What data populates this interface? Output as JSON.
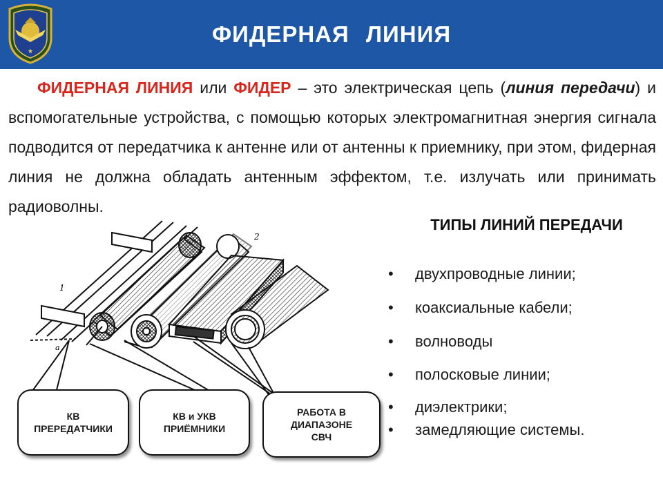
{
  "header": {
    "title": "ФИДЕРНАЯ ЛИНИЯ",
    "emblem_icon": "military-eagle-emblem-icon"
  },
  "definition": {
    "term1": "ФИДЕРНАЯ ЛИНИЯ",
    "or": " или ",
    "term2": "ФИДЕР",
    "text1": " – это электрическая цепь (",
    "term3": "линия передачи",
    "text2": ") и вспомогательные устройства, с помощью которых электромагнитная энергия сигнала подводится от передатчика к антенне или от антенны к приемнику, при этом, фидерная линия не должна обладать антенным эффектом, т.е. излучать или принимать радиоволны."
  },
  "types": {
    "title": "ТИПЫ ЛИНИЙ ПЕРЕДАЧИ",
    "bullet": "•",
    "items": [
      "двухпроводные линии;",
      "коаксиальные кабели;",
      "волноводы",
      "полосковые линии;",
      "диэлектрики;",
      "замедляющие системы."
    ]
  },
  "illustration": {
    "label_1": "1",
    "label_2": "2",
    "label_a": "a"
  },
  "callouts": [
    {
      "line1": "КВ",
      "line2": "ПРЕРЕДАТЧИКИ",
      "line3": ""
    },
    {
      "line1": "КВ и УКВ",
      "line2": "ПРИЁМНИКИ",
      "line3": ""
    },
    {
      "line1": "РАБОТА В",
      "line2": "ДИАПАЗОНЕ",
      "line3": "СВЧ"
    }
  ],
  "colors": {
    "header_bg": "#1f57a7",
    "accent_red": "#d9261c",
    "text": "#1a1a1a"
  }
}
